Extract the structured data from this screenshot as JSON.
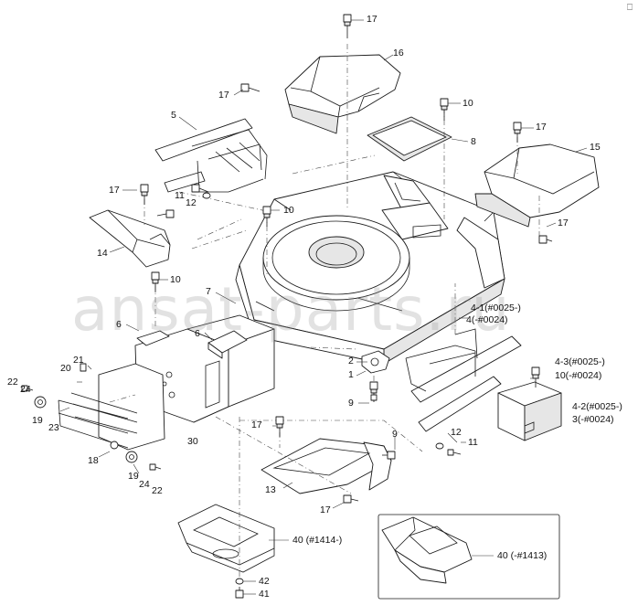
{
  "corner_icon": "ensure-icon",
  "watermark": "ansat-parts.ru",
  "callouts": {
    "c17a": "17",
    "c16": "16",
    "c17b": "17",
    "c10a": "10",
    "c5": "5",
    "c8": "8",
    "c17c": "17",
    "c15": "15",
    "c17d": "17",
    "c11a": "11",
    "c12a": "12",
    "c10b": "10",
    "c17e": "17",
    "c14": "14",
    "c10c": "10",
    "c7": "7",
    "c6a": "6",
    "c6b": "6",
    "c4_1a": "4-1(#0025-)",
    "c4_1b": "4(-#0024)",
    "c2": "2",
    "c1": "1",
    "c9a": "9",
    "c4_3a": "4-3(#0025-)",
    "c4_3b": "10(-#0024)",
    "c4_2a": "4-2(#0025-)",
    "c4_2b": "3(-#0024)",
    "c21": "21",
    "c20": "20",
    "c22a": "22",
    "c24a": "24",
    "c19a": "19",
    "c23": "23",
    "c18": "18",
    "c19b": "19",
    "c24b": "24",
    "c22b": "22",
    "c30": "30",
    "c17f": "17",
    "c9b": "9",
    "c12b": "12",
    "c11b": "11",
    "c13": "13",
    "c17g": "17",
    "c40a": "40 (#1414-)",
    "c42": "42",
    "c41": "41",
    "c40b": "40 (-#1413)"
  }
}
